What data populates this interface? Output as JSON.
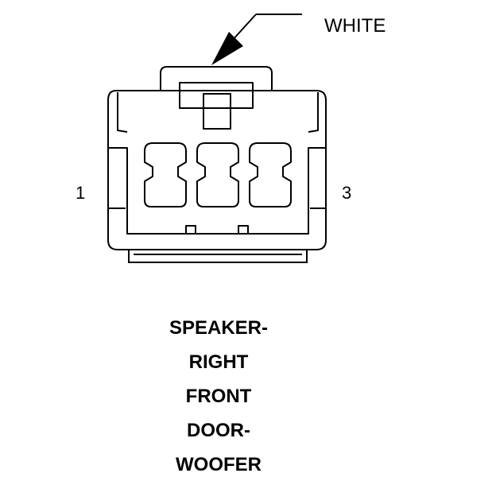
{
  "connector": {
    "color_label": "WHITE",
    "pin_left": "1",
    "pin_right": "3"
  },
  "caption": {
    "lines": [
      "SPEAKER-",
      "RIGHT",
      "FRONT",
      "DOOR-",
      "WOOFER"
    ]
  },
  "colors": {
    "ink": "#000000",
    "background": "#ffffff"
  }
}
